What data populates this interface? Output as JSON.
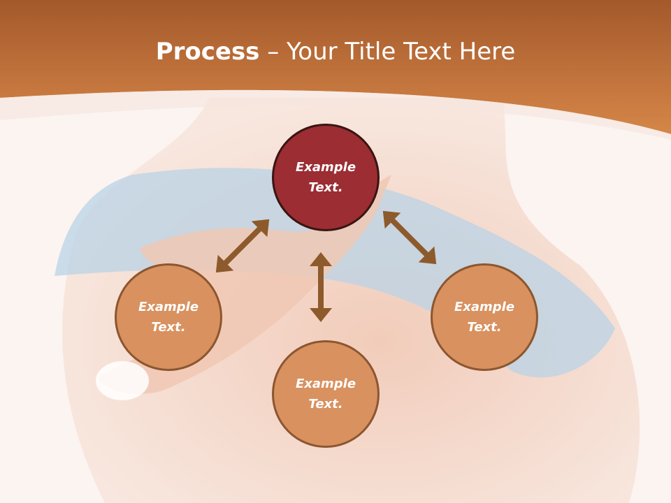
{
  "title": {
    "bold": "Process",
    "rest": " – Your Title Text Here"
  },
  "nodes": {
    "top": "Example\nText.",
    "left": "Example\nText.",
    "right": "Example\nText.",
    "bottom": "Example\nText."
  },
  "colors": {
    "header": "#c8773f",
    "top_node": "#9b2d33",
    "other_nodes": "#d8915f",
    "arrows": "#8d5a2b"
  }
}
